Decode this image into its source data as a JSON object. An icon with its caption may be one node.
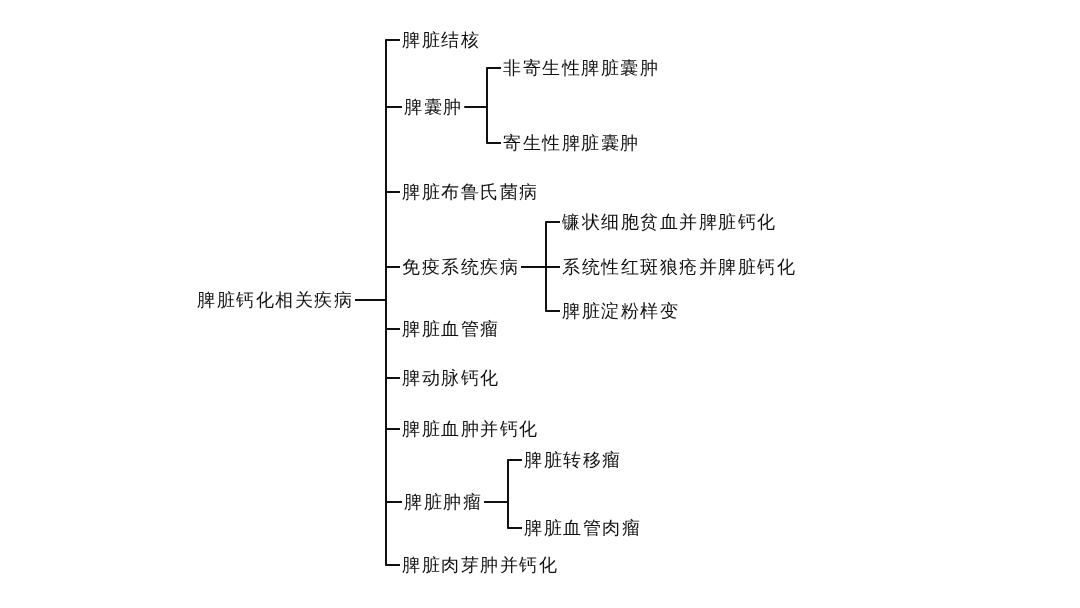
{
  "diagram": {
    "nodes": [
      {
        "text": [
          "脾脏钙化相关疾病"
        ]
      },
      {
        "text": [
          "脾脏结核"
        ]
      },
      {
        "text": [
          "脾囊肿"
        ]
      },
      {
        "text": [
          "非寄生性脾脏囊肿"
        ]
      },
      {
        "text": [
          "寄生性脾脏囊肿"
        ]
      },
      {
        "text": [
          "脾脏布鲁氏菌病"
        ]
      },
      {
        "text": [
          "免疫系统疾病"
        ]
      },
      {
        "text": [
          "镰状细胞贫血并脾脏钙化"
        ]
      },
      {
        "text": [
          "系统性红斑狼疮并脾脏钙化"
        ]
      },
      {
        "text": [
          "脾脏淀粉样变"
        ]
      },
      {
        "text": [
          "脾脏血管瘤"
        ]
      },
      {
        "text": [
          "脾动脉钙化"
        ]
      },
      {
        "text": [
          "脾脏血肿并钙化"
        ]
      },
      {
        "text": [
          "脾脏肿瘤"
        ]
      },
      {
        "text": [
          "脾脏转移瘤"
        ]
      },
      {
        "text": [
          "脾脏血管肉瘤"
        ]
      },
      {
        "text": [
          "脾脏肉芽肿并钙化"
        ]
      }
    ],
    "edges": [
      {
        "from": 0,
        "to": 1,
        "arrow": "none"
      },
      {
        "from": 0,
        "to": 2,
        "arrow": "none"
      },
      {
        "from": 2,
        "to": 3,
        "arrow": "none"
      },
      {
        "from": 2,
        "to": 4,
        "arrow": "none"
      },
      {
        "from": 0,
        "to": 5,
        "arrow": "none"
      },
      {
        "from": 0,
        "to": 6,
        "arrow": "none"
      },
      {
        "from": 6,
        "to": 7,
        "arrow": "none"
      },
      {
        "from": 6,
        "to": 8,
        "arrow": "none"
      },
      {
        "from": 6,
        "to": 9,
        "arrow": "none"
      },
      {
        "from": 0,
        "to": 10,
        "arrow": "none"
      },
      {
        "from": 0,
        "to": 11,
        "arrow": "none"
      },
      {
        "from": 0,
        "to": 12,
        "arrow": "none"
      },
      {
        "from": 0,
        "to": 13,
        "arrow": "none"
      },
      {
        "from": 13,
        "to": 14,
        "arrow": "none"
      },
      {
        "from": 13,
        "to": 15,
        "arrow": "none"
      },
      {
        "from": 0,
        "to": 16,
        "arrow": "none"
      }
    ]
  }
}
